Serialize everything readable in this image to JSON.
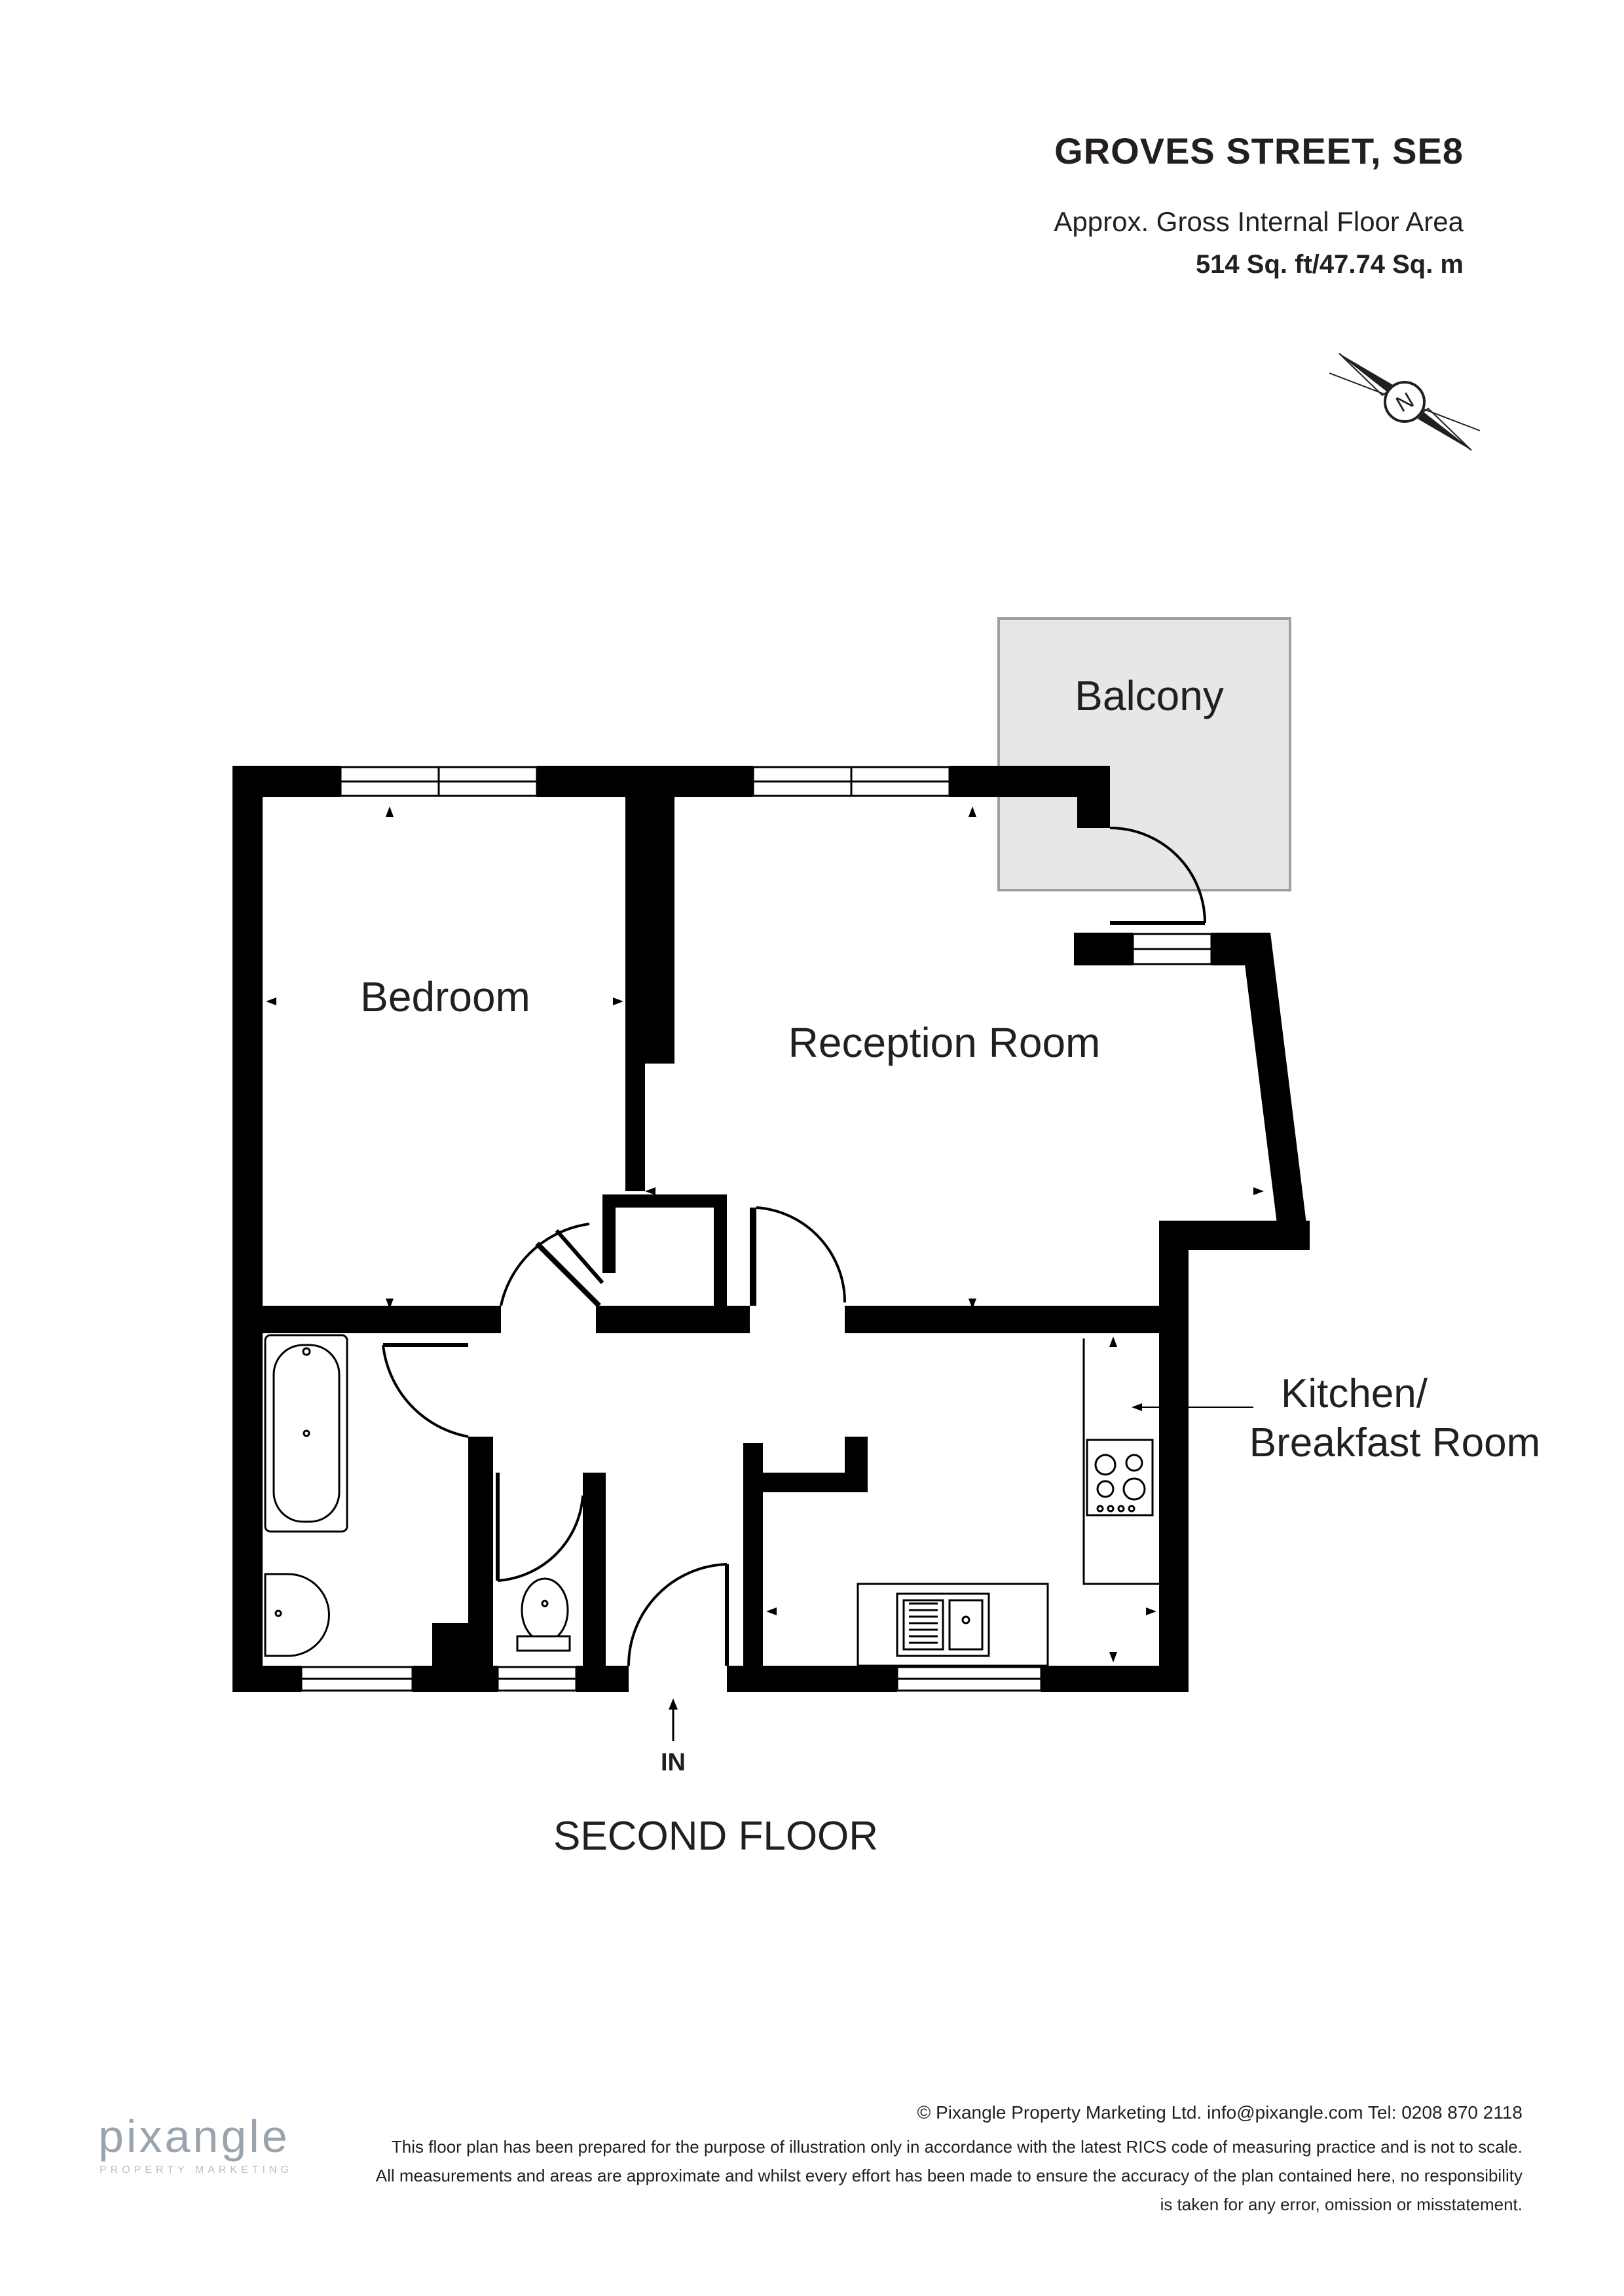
{
  "header": {
    "title": "GROVES STREET, SE8",
    "area_label": "Approx. Gross Internal Floor Area",
    "area_value": "514 Sq. ft/47.74 Sq. m"
  },
  "compass": {
    "icon": "compass-north-icon",
    "letter": "N"
  },
  "rooms": {
    "balcony": "Balcony",
    "bedroom": "Bedroom",
    "reception": "Reception Room",
    "kitchen_line1": "Kitchen/",
    "kitchen_line2": "Breakfast Room"
  },
  "entrance": {
    "label": "IN"
  },
  "floor_label": "SECOND FLOOR",
  "footer": {
    "copyright": "© Pixangle Property Marketing Ltd. info@pixangle.com Tel: 0208 870 2118",
    "disclaimer": "This floor plan has been prepared for the purpose of illustration only in accordance with the latest RICS code of measuring practice and is not to scale. All measurements and areas are approximate and whilst every effort has been made to ensure the accuracy of the plan contained here, no responsibility is taken for any error, omission or misstatement.",
    "logo_text": "pixangle",
    "logo_sub": "PROPERTY MARKETING"
  },
  "colors": {
    "wall": "#000000",
    "balcony_fill": "#e6e7e8",
    "balcony_stroke": "#9d9fa2",
    "text": "#231f20",
    "logo": "#9aa4ae"
  }
}
